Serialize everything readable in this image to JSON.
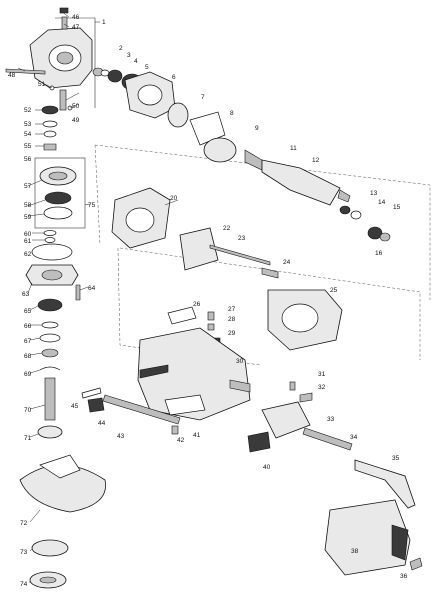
{
  "callouts": [
    "1",
    "2",
    "3",
    "4",
    "5",
    "6",
    "7",
    "8",
    "9",
    "11",
    "12",
    "13",
    "14",
    "15",
    "16",
    "20",
    "22",
    "23",
    "24",
    "25",
    "26",
    "27",
    "28",
    "29",
    "30",
    "31",
    "32",
    "33",
    "34",
    "35",
    "36",
    "38",
    "40",
    "41",
    "42",
    "43",
    "44",
    "45",
    "46",
    "47",
    "48",
    "49",
    "50",
    "51",
    "52",
    "53",
    "54",
    "55",
    "56",
    "57",
    "58",
    "59",
    "60",
    "61",
    "62",
    "63",
    "64",
    "65",
    "66",
    "67",
    "68",
    "69",
    "70",
    "71",
    "72",
    "73",
    "74",
    "75"
  ]
}
